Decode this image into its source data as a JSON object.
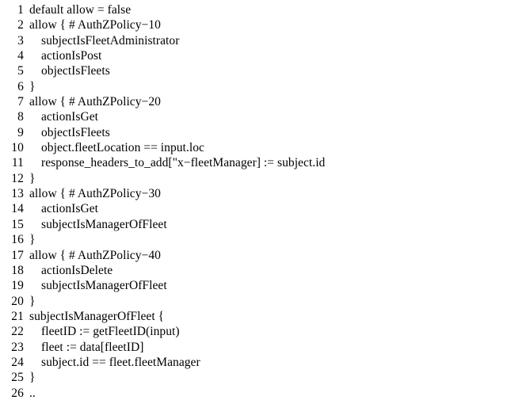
{
  "document": {
    "type": "code-listing",
    "language": "rego",
    "background_color": "#ffffff",
    "text_color": "#000000",
    "lines": [
      {
        "number": "1",
        "text": "default allow = false",
        "indent": 0
      },
      {
        "number": "2",
        "text": "allow { # AuthZPolicy−10",
        "indent": 0
      },
      {
        "number": "3",
        "text": "subjectIsFleetAdministrator",
        "indent": 1
      },
      {
        "number": "4",
        "text": "actionIsPost",
        "indent": 1
      },
      {
        "number": "5",
        "text": "objectIsFleets",
        "indent": 1
      },
      {
        "number": "6",
        "text": "}",
        "indent": 0
      },
      {
        "number": "7",
        "text": "allow { # AuthZPolicy−20",
        "indent": 0
      },
      {
        "number": "8",
        "text": "actionIsGet",
        "indent": 1
      },
      {
        "number": "9",
        "text": "objectIsFleets",
        "indent": 1
      },
      {
        "number": "10",
        "text": "object.fleetLocation == input.loc",
        "indent": 1
      },
      {
        "number": "11",
        "text": "response_headers_to_add[\"x−fleetManager] := subject.id",
        "indent": 1
      },
      {
        "number": "12",
        "text": "}",
        "indent": 0
      },
      {
        "number": "13",
        "text": "allow { # AuthZPolicy−30",
        "indent": 0
      },
      {
        "number": "14",
        "text": "actionIsGet",
        "indent": 1
      },
      {
        "number": "15",
        "text": "subjectIsManagerOfFleet",
        "indent": 1
      },
      {
        "number": "16",
        "text": "}",
        "indent": 0
      },
      {
        "number": "17",
        "text": "allow { # AuthZPolicy−40",
        "indent": 0
      },
      {
        "number": "18",
        "text": "actionIsDelete",
        "indent": 1
      },
      {
        "number": "19",
        "text": "subjectIsManagerOfFleet",
        "indent": 1
      },
      {
        "number": "20",
        "text": "}",
        "indent": 0
      },
      {
        "number": "21",
        "text": "subjectIsManagerOfFleet {",
        "indent": 0
      },
      {
        "number": "22",
        "text": "fleetID := getFleetID(input)",
        "indent": 1
      },
      {
        "number": "23",
        "text": "fleet := data[fleetID]",
        "indent": 1
      },
      {
        "number": "24",
        "text": "subject.id == fleet.fleetManager",
        "indent": 1
      },
      {
        "number": "25",
        "text": "}",
        "indent": 0
      },
      {
        "number": "26",
        "text": "..",
        "indent": 0
      }
    ]
  }
}
